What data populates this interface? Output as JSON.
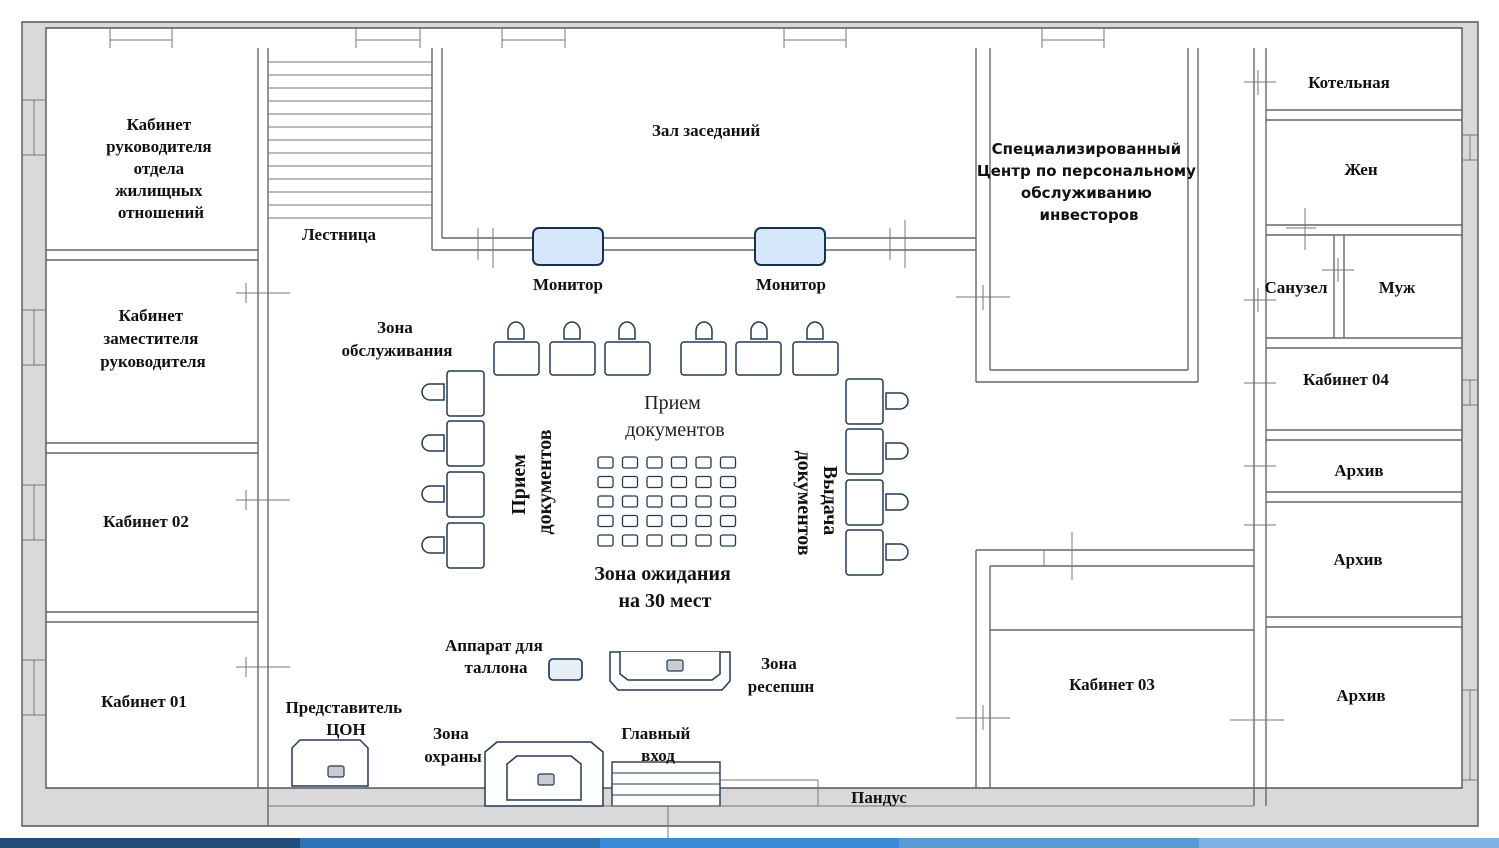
{
  "rooms": {
    "head_office": [
      "Кабинет",
      "руководителя",
      "отдела",
      "жилищных",
      "отношений"
    ],
    "deputy_office": [
      "Кабинет",
      "заместителя",
      "руководителя"
    ],
    "office_02": "Кабинет 02",
    "office_01": "Кабинет 01",
    "stairs": "Лестница",
    "meeting_hall": "Зал заседаний",
    "investor_center": [
      "Специализированный",
      "Центр по персональному",
      "обслуживанию",
      "инвесторов"
    ],
    "boiler_room": "Котельная",
    "women": "Жен",
    "restroom": "Санузел",
    "men": "Муж",
    "office_04": "Кабинет 04",
    "archive_1": "Архив",
    "archive_2": "Архив",
    "archive_3": "Архив",
    "office_03": "Кабинет 03",
    "ramp": "Пандус"
  },
  "zones": {
    "monitor_left": "Монитор",
    "monitor_right": "Монитор",
    "service_zone": [
      "Зона",
      "обслуживания"
    ],
    "doc_reception_center": [
      "Прием",
      "документов"
    ],
    "doc_reception_side": [
      "Прием",
      "документов"
    ],
    "doc_issue_side": [
      "Выдача",
      "документов"
    ],
    "waiting_zone": [
      "Зона ожидания",
      "на 30 мест"
    ],
    "ticket_machine": [
      "Аппарат для",
      "таллона"
    ],
    "reception_zone": [
      "Зона",
      "ресепшн"
    ],
    "con_representative": [
      "Представитель",
      "ЦОН"
    ],
    "security_zone": [
      "Зона",
      "охраны"
    ],
    "main_entrance": [
      "Главный",
      "вход"
    ]
  },
  "colors": {
    "walls": "#666666",
    "furniture": "#22394f",
    "monitor_fill": "#d6e7fb",
    "bottom_bar": [
      "#1f4e79",
      "#2e75b6",
      "#3b8ad9",
      "#5b9bd5",
      "#7fb3e6"
    ]
  }
}
